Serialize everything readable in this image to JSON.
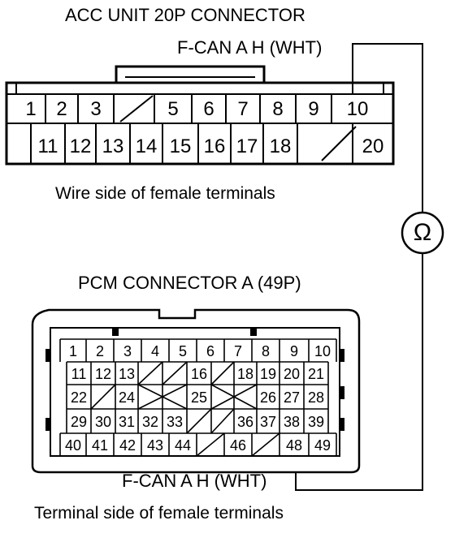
{
  "acc": {
    "title": "ACC UNIT 20P CONNECTOR",
    "probe_label": "F-CAN A H (WHT)",
    "row1": [
      "1",
      "2",
      "3",
      "",
      "5",
      "6",
      "7",
      "8",
      "9",
      "10"
    ],
    "row2": [
      "",
      "11",
      "12",
      "13",
      "14",
      "15",
      "16",
      "17",
      "18",
      "",
      "20"
    ],
    "caption": "Wire side of female terminals"
  },
  "meter": {
    "symbol": "Ω"
  },
  "pcm": {
    "title": "PCM CONNECTOR A (49P)",
    "row1": [
      "1",
      "2",
      "3",
      "4",
      "5",
      "6",
      "7",
      "8",
      "9",
      "10"
    ],
    "row2": [
      "11",
      "12",
      "13",
      "",
      "",
      "16",
      "",
      "18",
      "19",
      "20",
      "21"
    ],
    "row3": [
      "22",
      "",
      "24",
      "",
      "",
      "25",
      "",
      "",
      "26",
      "27",
      "28"
    ],
    "row4": [
      "29",
      "30",
      "31",
      "32",
      "33",
      "",
      "",
      "36",
      "37",
      "38",
      "39"
    ],
    "row5": [
      "40",
      "41",
      "42",
      "43",
      "44",
      "",
      "46",
      "",
      "48",
      "49"
    ],
    "probe_label": "F-CAN A H (WHT)",
    "caption": "Terminal side of female terminals"
  }
}
